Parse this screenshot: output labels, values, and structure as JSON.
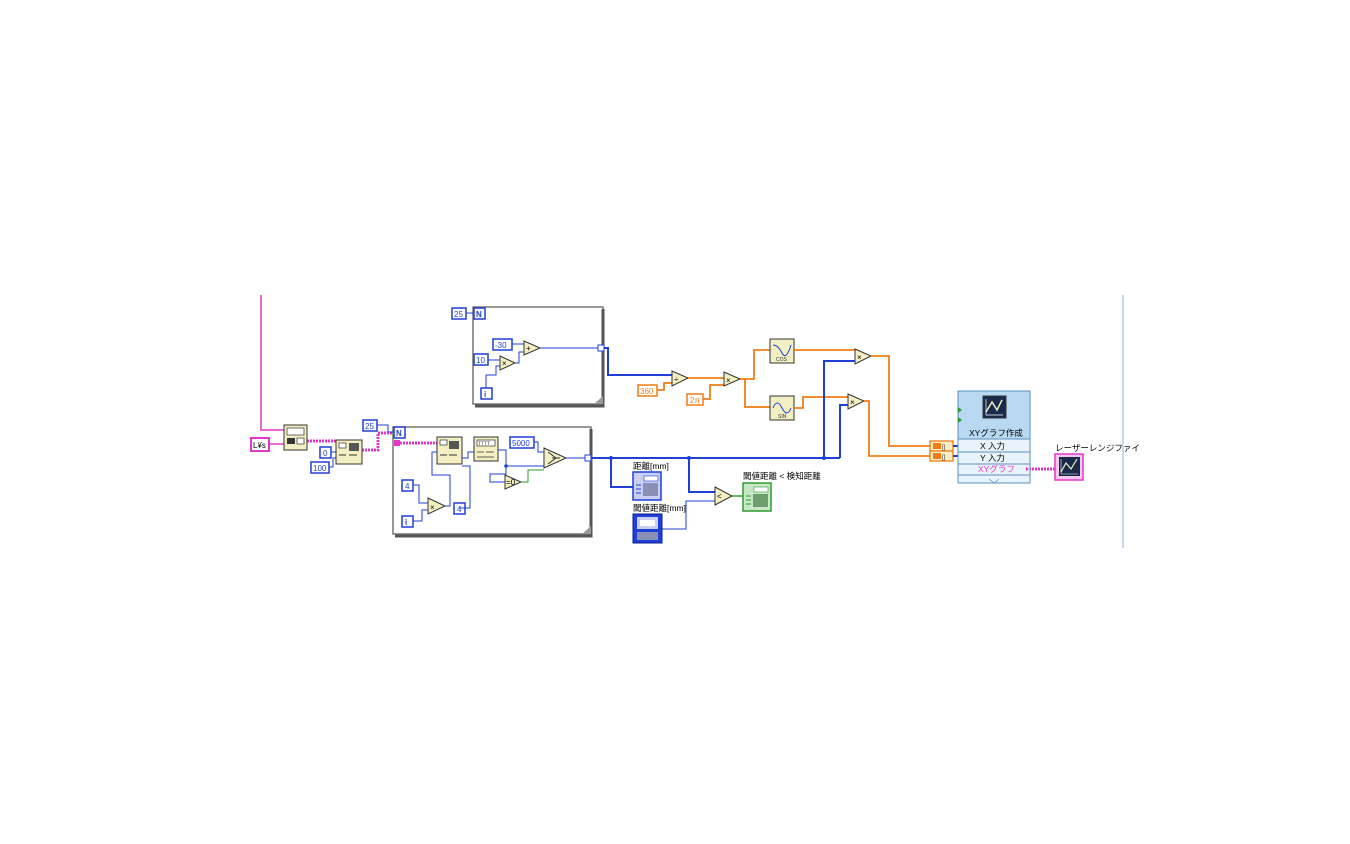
{
  "loop_top": {
    "count": "25",
    "count_terminal": "N",
    "iteration": "i",
    "const_a": "-30",
    "const_b": "10",
    "op_mul": "×",
    "op_add": "+"
  },
  "loop_bottom": {
    "count": "25",
    "count_terminal": "N",
    "iteration": "i",
    "const_a": "4",
    "const_b": "4",
    "const_c": "5000",
    "op_mul": "×"
  },
  "inputs": {
    "visa": "L¥s",
    "zero": "0",
    "hundred": "100"
  },
  "math": {
    "const_360": "360",
    "const_2pi": "2π",
    "op_div": "÷",
    "op_mul": "×",
    "cos_label": "COS",
    "sin_label": "SIN",
    "op_less": "<"
  },
  "indicators": {
    "distance": "距離[mm]",
    "threshold": "閾値距離[mm]",
    "compare": "閾値距離 < 検知距離",
    "range_finder": "レーザーレンジファイ"
  },
  "xy_block": {
    "title": "XYグラフ作成",
    "x_input": "X 入力",
    "y_input": "Y 入力",
    "graph": "XYグラフ"
  },
  "colors": {
    "integer_wire": "#1f3fd6",
    "float_wire": "#f07d17",
    "string_wire": "#e238c8",
    "boolean_wire": "#2f9a2f",
    "express_block": "#b9d8f2"
  }
}
